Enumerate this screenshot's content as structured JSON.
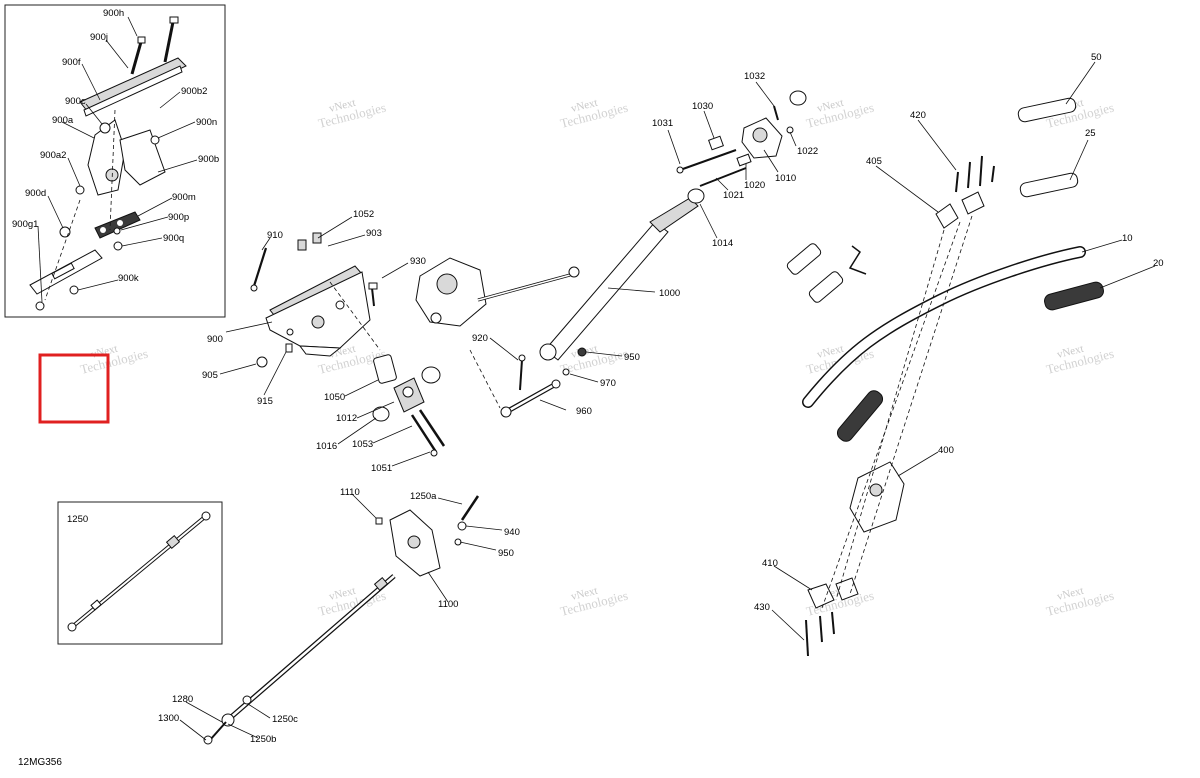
{
  "figure_code": "12MG356",
  "watermark": {
    "line1": "vNext",
    "line2": "Technologies"
  },
  "inset_900": {
    "labels": [
      "900h",
      "900j",
      "900f",
      "900c",
      "900b2",
      "900a",
      "900n",
      "900a2",
      "900b",
      "900d",
      "900m",
      "900p",
      "900g1",
      "900q",
      "900k"
    ]
  },
  "inset_1250": {
    "title": "1250"
  },
  "callouts": {
    "c910": "910",
    "c1052": "1052",
    "c903": "903",
    "c930": "930",
    "c900": "900",
    "c905": "905",
    "c915": "915",
    "c1050": "1050",
    "c1012": "1012",
    "c1016": "1016",
    "c1053": "1053",
    "c1051": "1051",
    "c920": "920",
    "c950a": "950",
    "c970": "970",
    "c960": "960",
    "c1000": "1000",
    "c1031": "1031",
    "c1030": "1030",
    "c1032": "1032",
    "c1022": "1022",
    "c1010": "1010",
    "c1020": "1020",
    "c1021": "1021",
    "c1014": "1014",
    "c50": "50",
    "c25": "25",
    "c420": "420",
    "c405": "405",
    "c10": "10",
    "c20": "20",
    "c400": "400",
    "c410": "410",
    "c430": "430",
    "c1110": "1110",
    "c1250a": "1250a",
    "c940": "940",
    "c950b": "950",
    "c1100": "1100",
    "c1280": "1280",
    "c1300": "1300",
    "c1250c": "1250c",
    "c1250b": "1250b"
  }
}
